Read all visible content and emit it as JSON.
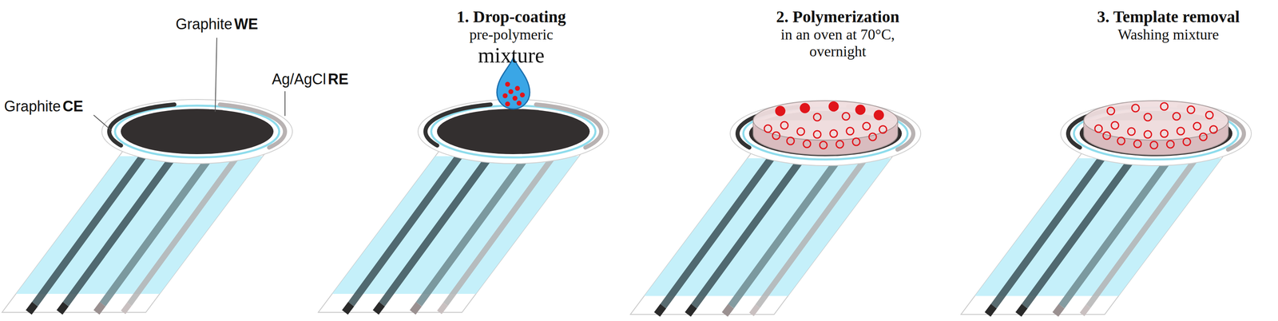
{
  "diagram": {
    "labels": [
      "Graphite",
      "WE",
      "Graphite",
      "CE",
      "Ag/AgCl",
      "RE",
      "1. Drop-coating",
      "pre-polymeric",
      "mixture",
      "2. Polymerization",
      "in an oven at 70°C,",
      "overnight",
      "3. Template removal",
      "Washing mixture"
    ]
  }
}
